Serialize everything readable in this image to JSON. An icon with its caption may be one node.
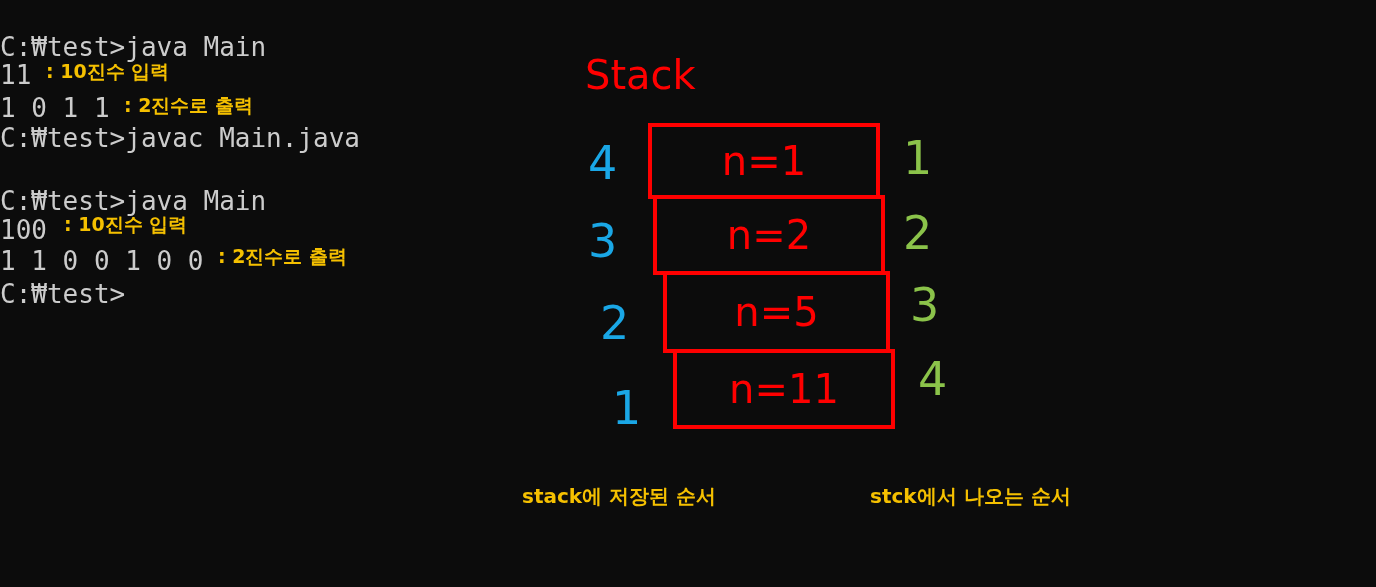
{
  "diagram": {
    "nodes": [
      {
        "text": [
          "Stack"
        ]
      },
      {
        "text": [
          "n=1"
        ],
        "in": 0
      },
      {
        "text": [
          "n=2"
        ],
        "in": 0
      },
      {
        "text": [
          "n=5"
        ],
        "in": 0
      },
      {
        "text": [
          "n=11"
        ],
        "in": 0
      }
    ],
    "labels": [
      "C:₩test>java Main",
      "11",
      ": 10진수 입력",
      "1 0 1 1",
      ": 2진수로 출력",
      "C:₩test>javac Main.java",
      "C:₩test>java Main",
      "100",
      ": 10진수 입력",
      "1 1 0 0 1 0 0",
      ": 2진수로 출력",
      "C:₩test>",
      "4",
      "1",
      "3",
      "2",
      "2",
      "3",
      "1",
      "4",
      "stack에 저장된 순서",
      "stck에서 나오는 순서"
    ]
  }
}
